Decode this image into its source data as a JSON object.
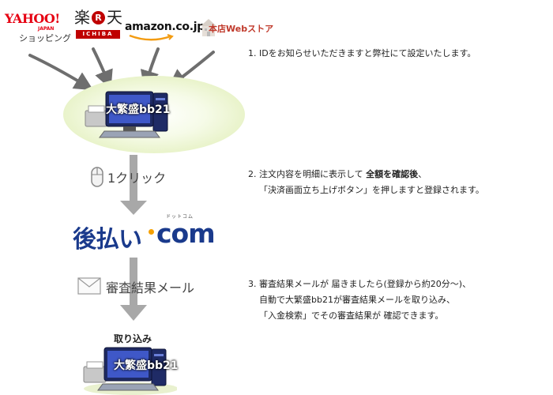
{
  "logos": {
    "yahoo": {
      "word": "YAHOO!",
      "japan": "JAPAN",
      "sub": "ショッピング"
    },
    "rakuten": {
      "char1": "楽",
      "mark": "R",
      "char2": "天",
      "bar": "ICHIBA"
    },
    "amazon": {
      "text": "amazon.co.jp"
    },
    "webstore": {
      "text": "本店Webストア"
    }
  },
  "system_name": "大繁盛bb21",
  "flow": {
    "click_label": "1クリック",
    "service_logo": {
      "jp": "後払い",
      "com": "com",
      "ruby": "ドットコム"
    },
    "mail_label": "審査結果メール",
    "import_label": "取り込み"
  },
  "steps": {
    "step1": {
      "line1": "1.  IDをお知らせいただきますと弊社にて設定いたします。"
    },
    "step2": {
      "line1_a": "2. 注文内容を明細に表示して",
      "line1_b": "全額を確認後",
      "line1_c": "、",
      "line2": "「決済画面立ち上げボタン」を押しますと登録されます。"
    },
    "step3": {
      "line1": "3. 審査結果メールが 届きましたら(登録から約20分～)、",
      "line2": "自動で大繁盛bb21が審査結果メールを取り込み、",
      "line3": "「入金検索」でその審査結果が 確認できます。"
    }
  },
  "colors": {
    "arrow": "#6e6e6e",
    "flow_arrow": "#a8a8a8",
    "brand_blue": "#1a3a8c",
    "accent_orange": "#f5a000",
    "yahoo_red": "#e60012",
    "rakuten_red": "#bf0000"
  }
}
